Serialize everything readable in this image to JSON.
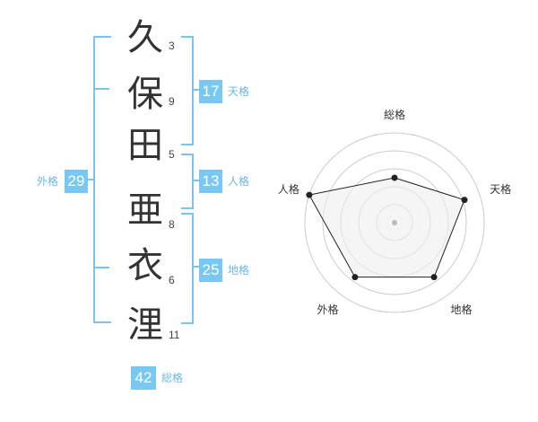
{
  "name": {
    "chars": [
      {
        "char": "久",
        "strokes": "3"
      },
      {
        "char": "保",
        "strokes": "9"
      },
      {
        "char": "田",
        "strokes": "5"
      },
      {
        "char": "亜",
        "strokes": "8"
      },
      {
        "char": "衣",
        "strokes": "6"
      },
      {
        "char": "浬",
        "strokes": "11"
      }
    ]
  },
  "kakusu": {
    "tenkaku": {
      "value": "17",
      "label": "天格"
    },
    "jinkaku": {
      "value": "13",
      "label": "人格"
    },
    "chikaku": {
      "value": "25",
      "label": "地格"
    },
    "gaikaku": {
      "value": "29",
      "label": "外格"
    },
    "soukaku": {
      "value": "42",
      "label": "総格"
    }
  },
  "chart_data": {
    "type": "radar",
    "axes": [
      "総格",
      "天格",
      "地格",
      "外格",
      "人格"
    ],
    "values": [
      0.5,
      0.82,
      0.75,
      0.75,
      1.0
    ],
    "scale_max": 1.0,
    "rings": 5,
    "colors": {
      "fill": "#eeeeee",
      "line": "#222222",
      "ring": "#cccccc",
      "center": "#bbbbbb"
    }
  }
}
